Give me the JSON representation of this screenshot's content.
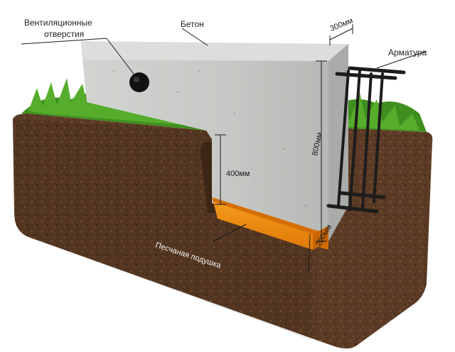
{
  "labels": {
    "ventilation_line1": "Вентиляционные",
    "ventilation_line2": "отверстия",
    "concrete": "Бетон",
    "rebar": "Арматура",
    "sand_cushion": "Песчаная подушка"
  },
  "dimensions": {
    "top_width": "300мм",
    "height": "800мм",
    "depth_above_sand": "400мм",
    "sand_thickness": "200мм"
  },
  "colors": {
    "soil": "#5a3a24",
    "grass": "#3f8f1e",
    "concrete": "#c9cbc8",
    "sand": "#ee8a10",
    "rebar": "#1c1c1c"
  }
}
